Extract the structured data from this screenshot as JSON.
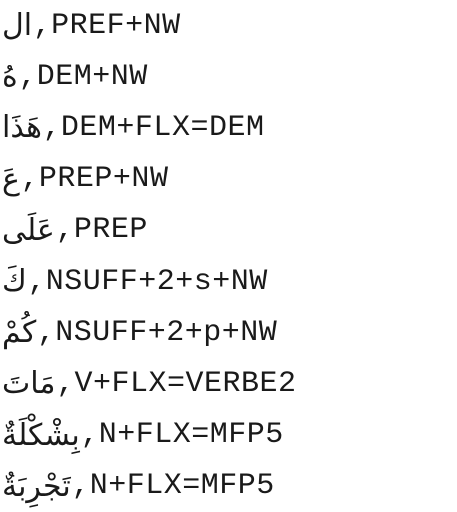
{
  "entries": [
    {
      "arabic": "ال",
      "separator": ",",
      "tag": "PREF+NW"
    },
    {
      "arabic": "هُ",
      "separator": ",",
      "tag": "DEM+NW"
    },
    {
      "arabic": "هَذَا",
      "separator": ",",
      "tag": "DEM+FLX=DEM"
    },
    {
      "arabic": "عَ",
      "separator": ",",
      "tag": "PREP+NW"
    },
    {
      "arabic": "عَلَى",
      "separator": ",",
      "tag": "PREP"
    },
    {
      "arabic": "كَ",
      "separator": ",",
      "tag": "NSUFF+2+s+NW"
    },
    {
      "arabic": "كُمْ",
      "separator": ",",
      "tag": "NSUFF+2+p+NW"
    },
    {
      "arabic": "مَاتَ",
      "separator": ",",
      "tag": "V+FLX=VERBE2"
    },
    {
      "arabic": "بِشْكْلَةٌ",
      "separator": ",",
      "tag": "N+FLX=MFP5"
    },
    {
      "arabic": "تَجْرِبَةٌ",
      "separator": ",",
      "tag": "N+FLX=MFP5"
    }
  ]
}
